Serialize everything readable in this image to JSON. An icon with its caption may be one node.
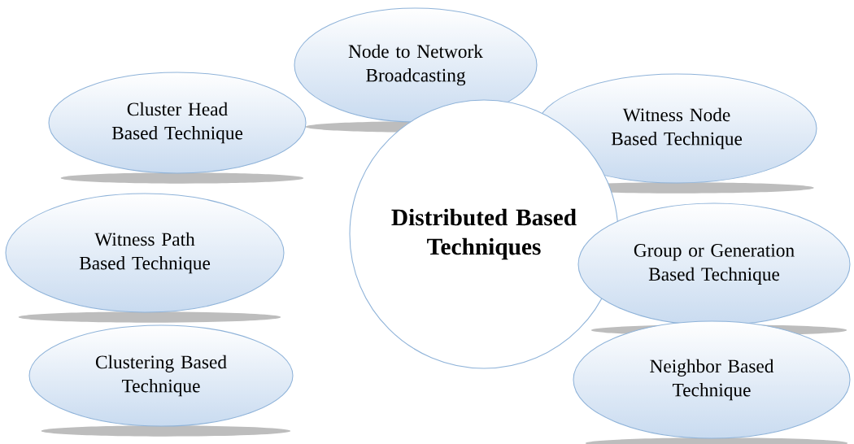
{
  "diagram": {
    "nodes": [
      {
        "text": [
          "Node to Network Broadcasting"
        ]
      },
      {
        "text": [
          "Cluster Head Based Technique"
        ]
      },
      {
        "text": [
          "Witness Node Based Technique"
        ]
      },
      {
        "text": [
          "Witness Path Based Technique"
        ]
      },
      {
        "text": [
          "Distributed Based Techniques"
        ]
      },
      {
        "text": [
          "Group or Generation Based Technique"
        ]
      },
      {
        "text": [
          "Clustering Based Technique"
        ]
      },
      {
        "text": [
          "Neighbor Based Technique"
        ]
      }
    ]
  }
}
